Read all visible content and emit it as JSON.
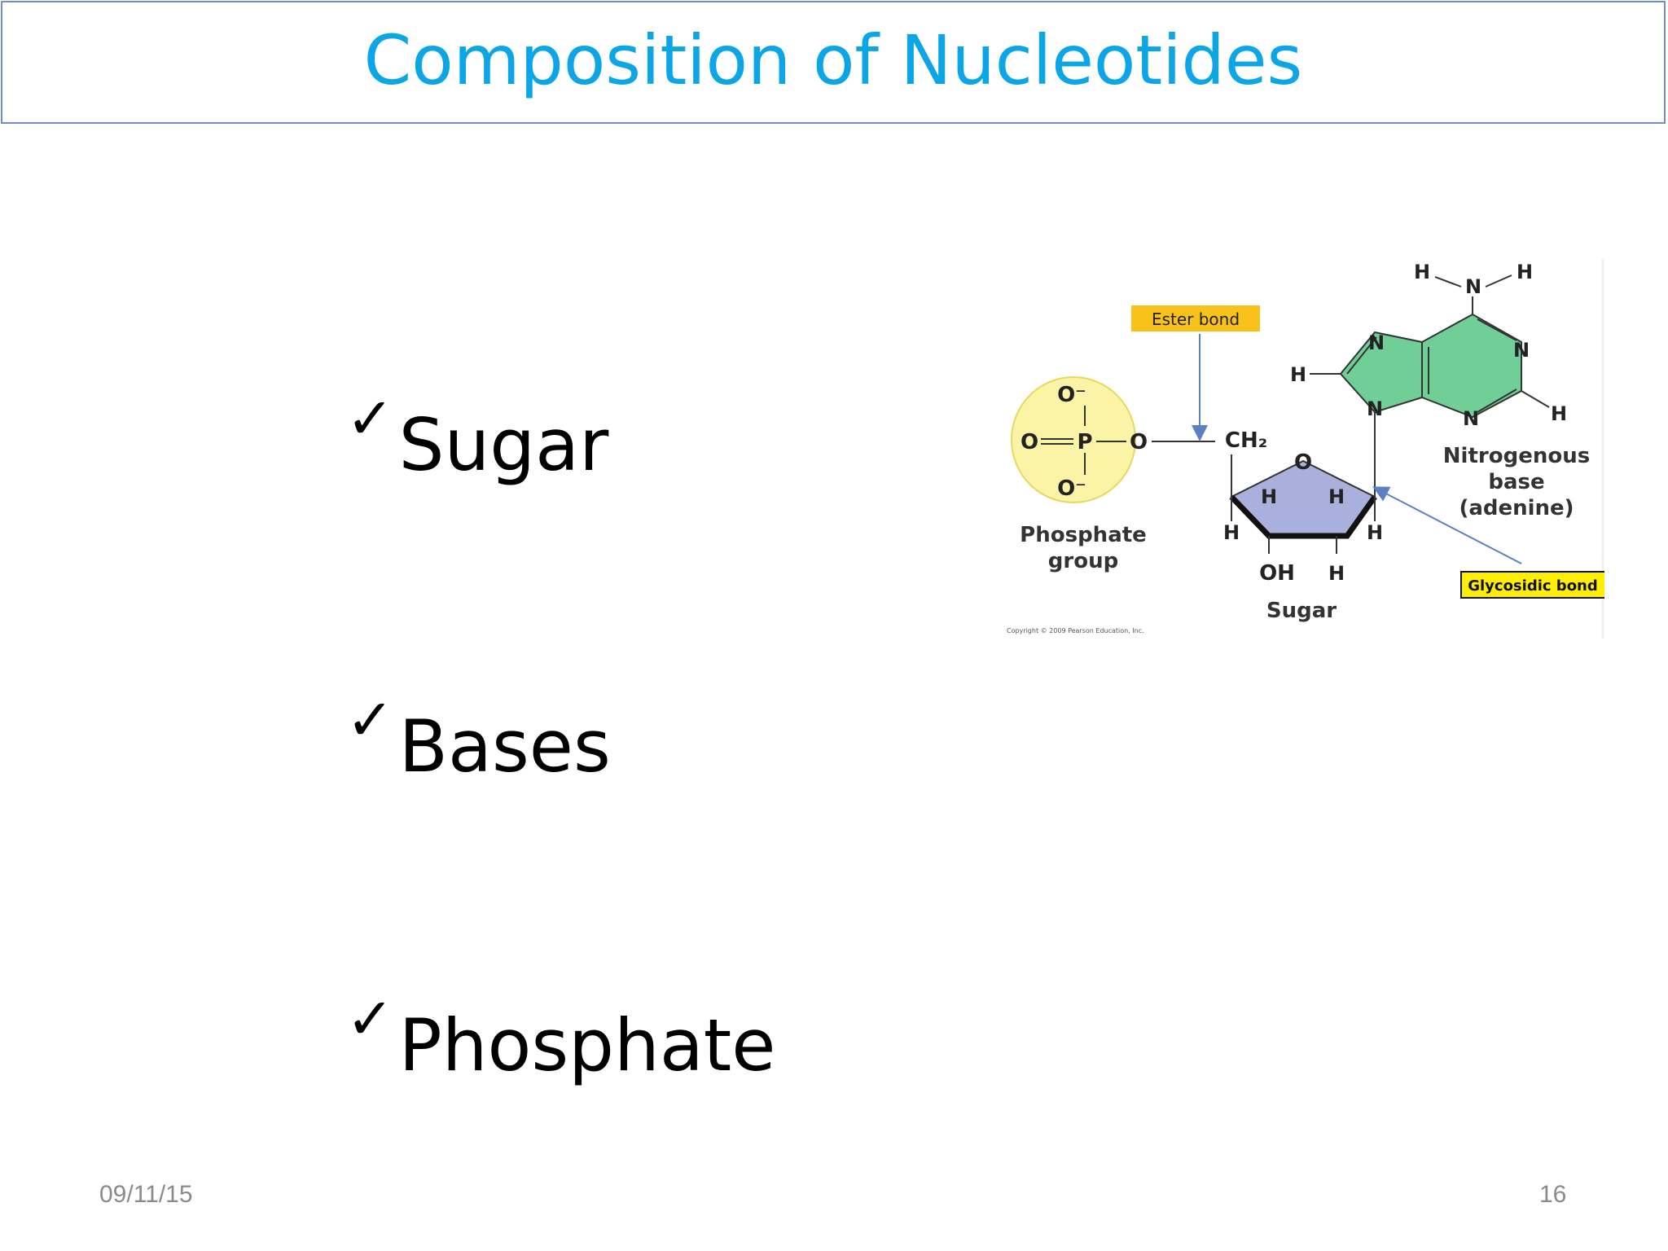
{
  "slide": {
    "title": "Composition of Nucleotides",
    "bullets": [
      {
        "mark": "✓",
        "text": "Sugar"
      },
      {
        "mark": "✓",
        "text": "Bases"
      },
      {
        "mark": "✓",
        "text": "Phosphate"
      }
    ],
    "date": "09/11/15",
    "page_number": "16"
  },
  "diagram": {
    "ester_bond_label": "Ester bond",
    "glycosidic_bond_label": "Glycosidic bond",
    "phosphate_label_1": "Phosphate",
    "phosphate_label_2": "group",
    "sugar_label": "Sugar",
    "base_label_1": "Nitrogenous",
    "base_label_2": "base",
    "base_label_3": "(adenine)",
    "copyright": "Copyright © 2009 Pearson Education, Inc.",
    "atoms": {
      "o_minus_top": "O⁻",
      "o_minus_bottom": "O⁻",
      "o_left": "O",
      "p": "P",
      "o_right": "O",
      "ch2": "CH₂",
      "ring_o": "O",
      "h1": "H",
      "h2": "H",
      "h3": "H",
      "h4": "H",
      "oh": "OH",
      "h5": "H",
      "n_top": "N",
      "h_nl": "H",
      "h_nr": "H",
      "n7": "N",
      "n1": "N",
      "h8": "H",
      "n9": "N",
      "n3": "N",
      "h2b": "H"
    },
    "colors": {
      "phosphate_fill": "#fbf3a6",
      "sugar_fill": "#aab0dc",
      "base_fill": "#6fcf97",
      "ester_label_fill": "#f9c21a",
      "glyco_label_fill": "#ffee00",
      "arrow": "#5b7fbf"
    }
  }
}
